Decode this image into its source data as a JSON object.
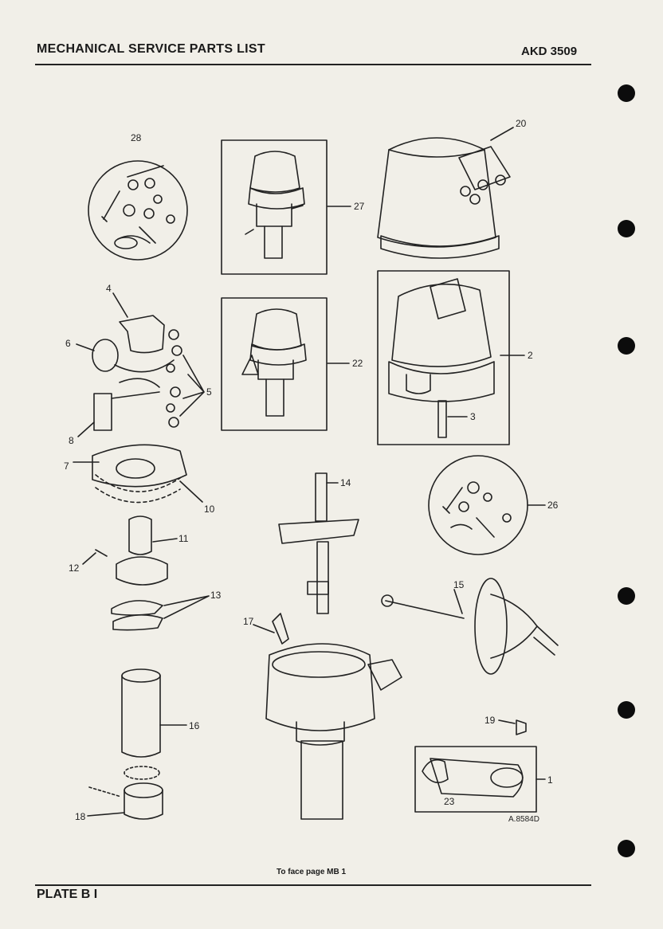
{
  "header": {
    "title": "MECHANICAL SERVICE PARTS LIST",
    "code": "AKD 3509"
  },
  "footer": {
    "plate": "PLATE B I",
    "note": "To face page MB 1"
  },
  "figure_ref": "A.8584D",
  "callouts": {
    "c28": "28",
    "c27": "27",
    "c20": "20",
    "c4": "4",
    "c6": "6",
    "c5": "5",
    "c8": "8",
    "c7": "7",
    "c10": "10",
    "c22": "22",
    "c2": "2",
    "c3": "3",
    "c14": "14",
    "c26": "26",
    "c11": "11",
    "c12": "12",
    "c13": "13",
    "c15": "15",
    "c17": "17",
    "c16": "16",
    "c19": "19",
    "c1": "1",
    "c23": "23",
    "c18": "18"
  }
}
